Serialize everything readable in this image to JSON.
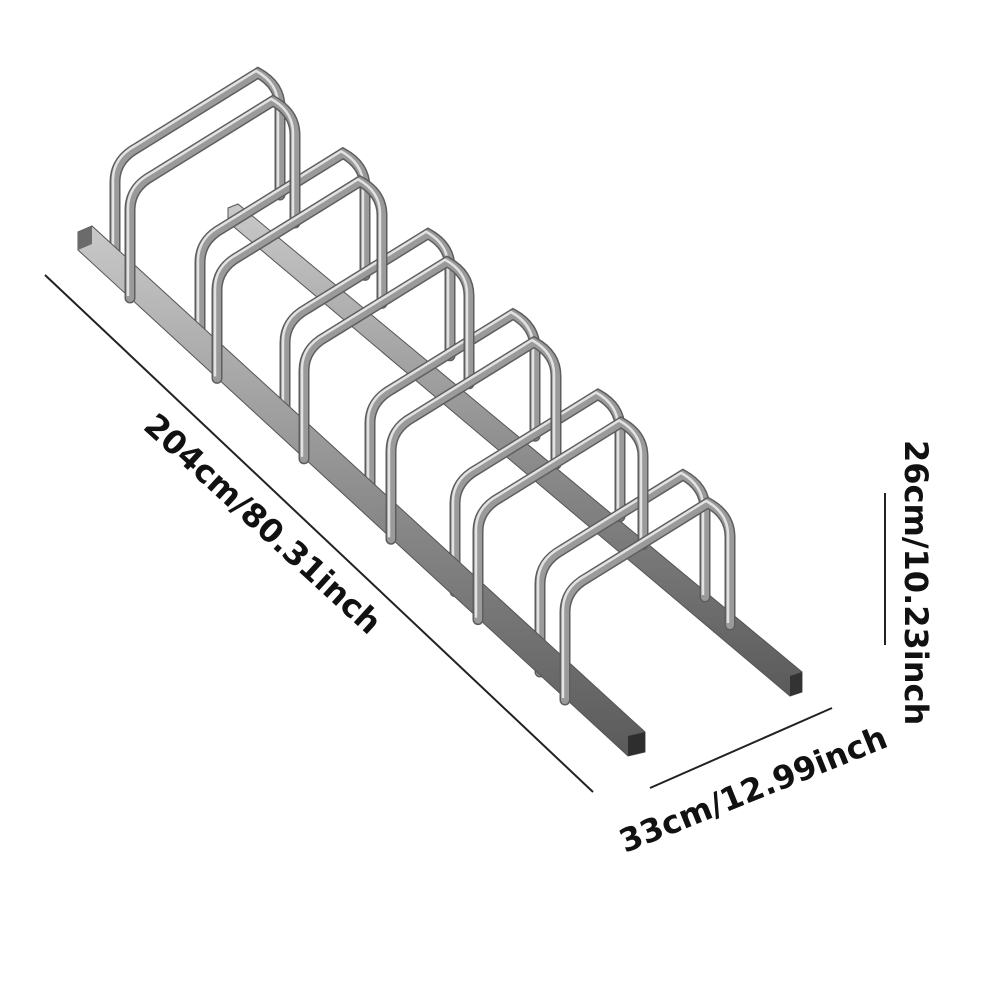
{
  "product": {
    "name_icon": "bike-rack-6-slot",
    "slot_count": 6,
    "metal_color": "#9a9a9a",
    "metal_dark": "#5e5e5e",
    "metal_light": "#e2e2e2"
  },
  "dimensions": {
    "length": "204cm/80.31inch",
    "width": "33cm/12.99inch",
    "height": "26cm/10.23inch"
  }
}
